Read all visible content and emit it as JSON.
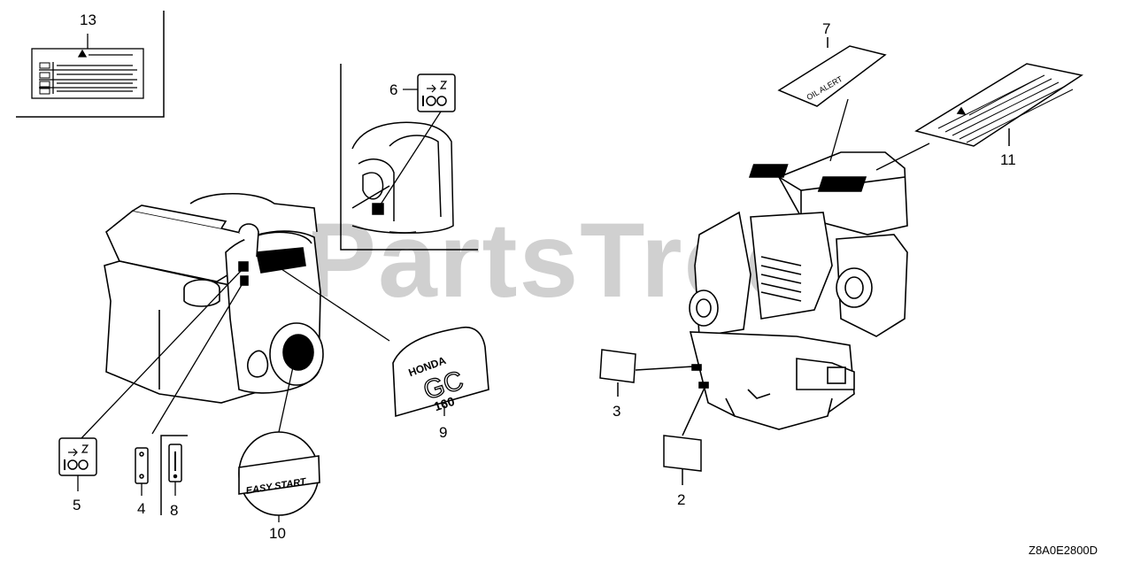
{
  "watermark": "PartsTree",
  "diagram_code": "Z8A0E2800D",
  "callouts": {
    "c1": "13",
    "c2": "6",
    "c3": "7",
    "c4": "11",
    "c5": "5",
    "c6": "4",
    "c7": "8",
    "c8": "10",
    "c9": "9",
    "c10": "3",
    "c11": "2"
  },
  "decals": {
    "oil_alert": "OIL ALERT",
    "brand": "HONDA",
    "model_letters": "GC",
    "model_number": "160",
    "easy_start": "EASY START"
  },
  "colors": {
    "line": "#000000",
    "watermark": "#d0d0d0",
    "background": "#ffffff"
  }
}
